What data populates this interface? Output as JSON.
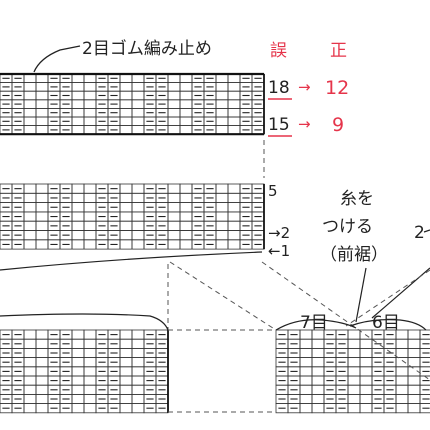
{
  "bind_off_label": "2目ゴム編み止め",
  "correction": {
    "wrong_label": "誤",
    "right_label": "正",
    "rows": [
      {
        "wrong": "18",
        "arrow": "→",
        "right": "12"
      },
      {
        "wrong": "15",
        "arrow": "→",
        "right": "9"
      }
    ]
  },
  "middle_block": {
    "row_5": "5",
    "row_2": "→2",
    "row_1": "←1"
  },
  "attach_note": {
    "line1": "糸を",
    "line2": "つける",
    "line3": "（前裾）"
  },
  "right_edge_label": "2",
  "lower_right": {
    "left_count": "7目",
    "right_count": "6目"
  },
  "colors": {
    "ink": "#222222",
    "grid_line": "#333333",
    "correction_red": "#e5344a"
  }
}
